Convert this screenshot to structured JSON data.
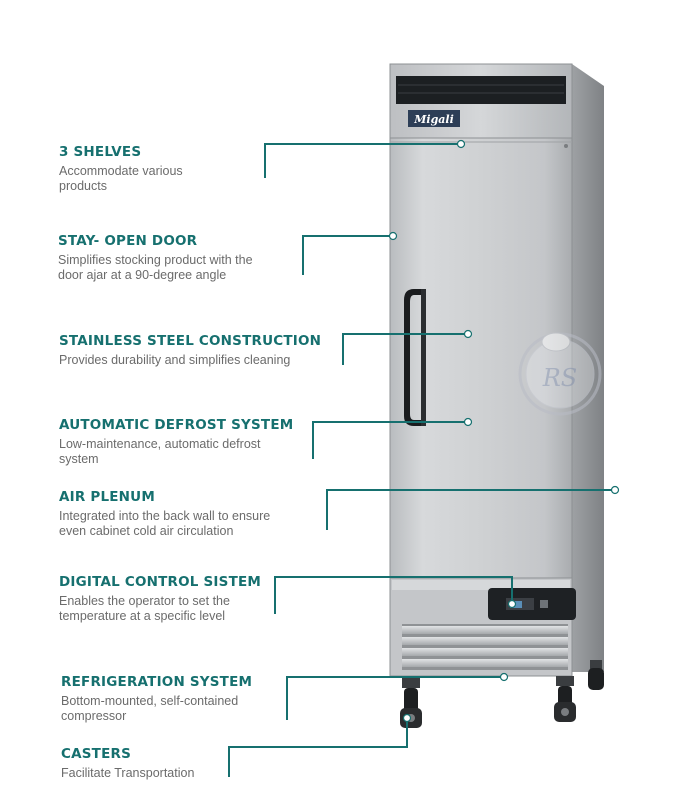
{
  "brand": "Migali",
  "watermark": {
    "monogram": "RS"
  },
  "accent_color": "#16706f",
  "features": [
    {
      "title": "3 SHELVES",
      "desc_lines": [
        "Accommodate various",
        "products"
      ]
    },
    {
      "title": "STAY- OPEN DOOR",
      "desc_lines": [
        "Simplifies stocking product with the",
        "door ajar at a 90-degree angle"
      ]
    },
    {
      "title": "STAINLESS STEEL CONSTRUCTION",
      "desc_lines": [
        "Provides  durability and simplifies cleaning"
      ]
    },
    {
      "title": "AUTOMATIC DEFROST SYSTEM",
      "desc_lines": [
        "Low-maintenance, automatic defrost",
        "system"
      ]
    },
    {
      "title": "AIR PLENUM",
      "desc_lines": [
        "Integrated into the back wall to ensure",
        "even cabinet cold air circulation"
      ]
    },
    {
      "title": "DIGITAL CONTROL SISTEM",
      "desc_lines": [
        "Enables the operator to set the",
        "temperature at a specific level"
      ]
    },
    {
      "title": "REFRIGERATION SYSTEM",
      "desc_lines": [
        "Bottom-mounted, self-contained",
        "compressor"
      ]
    },
    {
      "title": "CASTERS",
      "desc_lines": [
        "Facilitate Transportation"
      ]
    }
  ]
}
